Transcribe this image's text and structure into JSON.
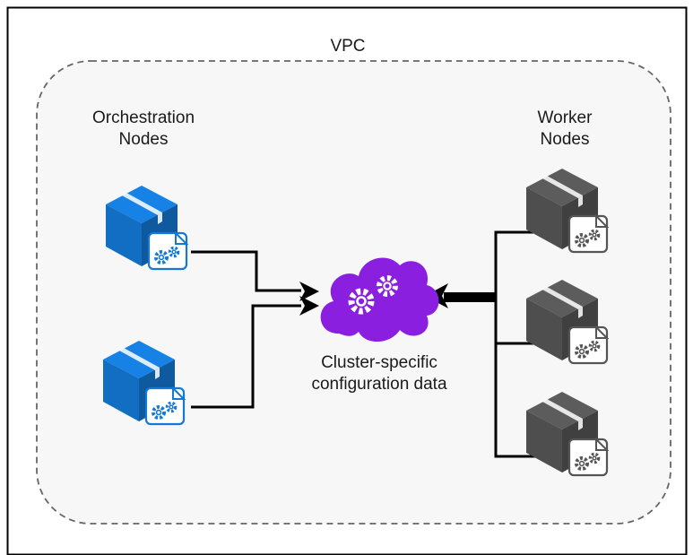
{
  "diagram": {
    "vpc_label": "VPC",
    "orchestration": {
      "label_line1": "Orchestration",
      "label_line2": "Nodes",
      "icon": "server-box-gear-icon",
      "color": "#1478D4"
    },
    "workers": {
      "label_line1": "Worker",
      "label_line2": "Nodes",
      "icon": "server-box-gear-icon",
      "color": "#555555"
    },
    "config": {
      "label_line1": "Cluster-specific",
      "label_line2": "configuration data",
      "icon": "cloud-gears-icon",
      "color": "#8A1FE0"
    },
    "colors": {
      "frame": "#000000",
      "vpc_fill": "#F7F7F7",
      "vpc_border": "#666666",
      "arrow": "#000000"
    }
  }
}
